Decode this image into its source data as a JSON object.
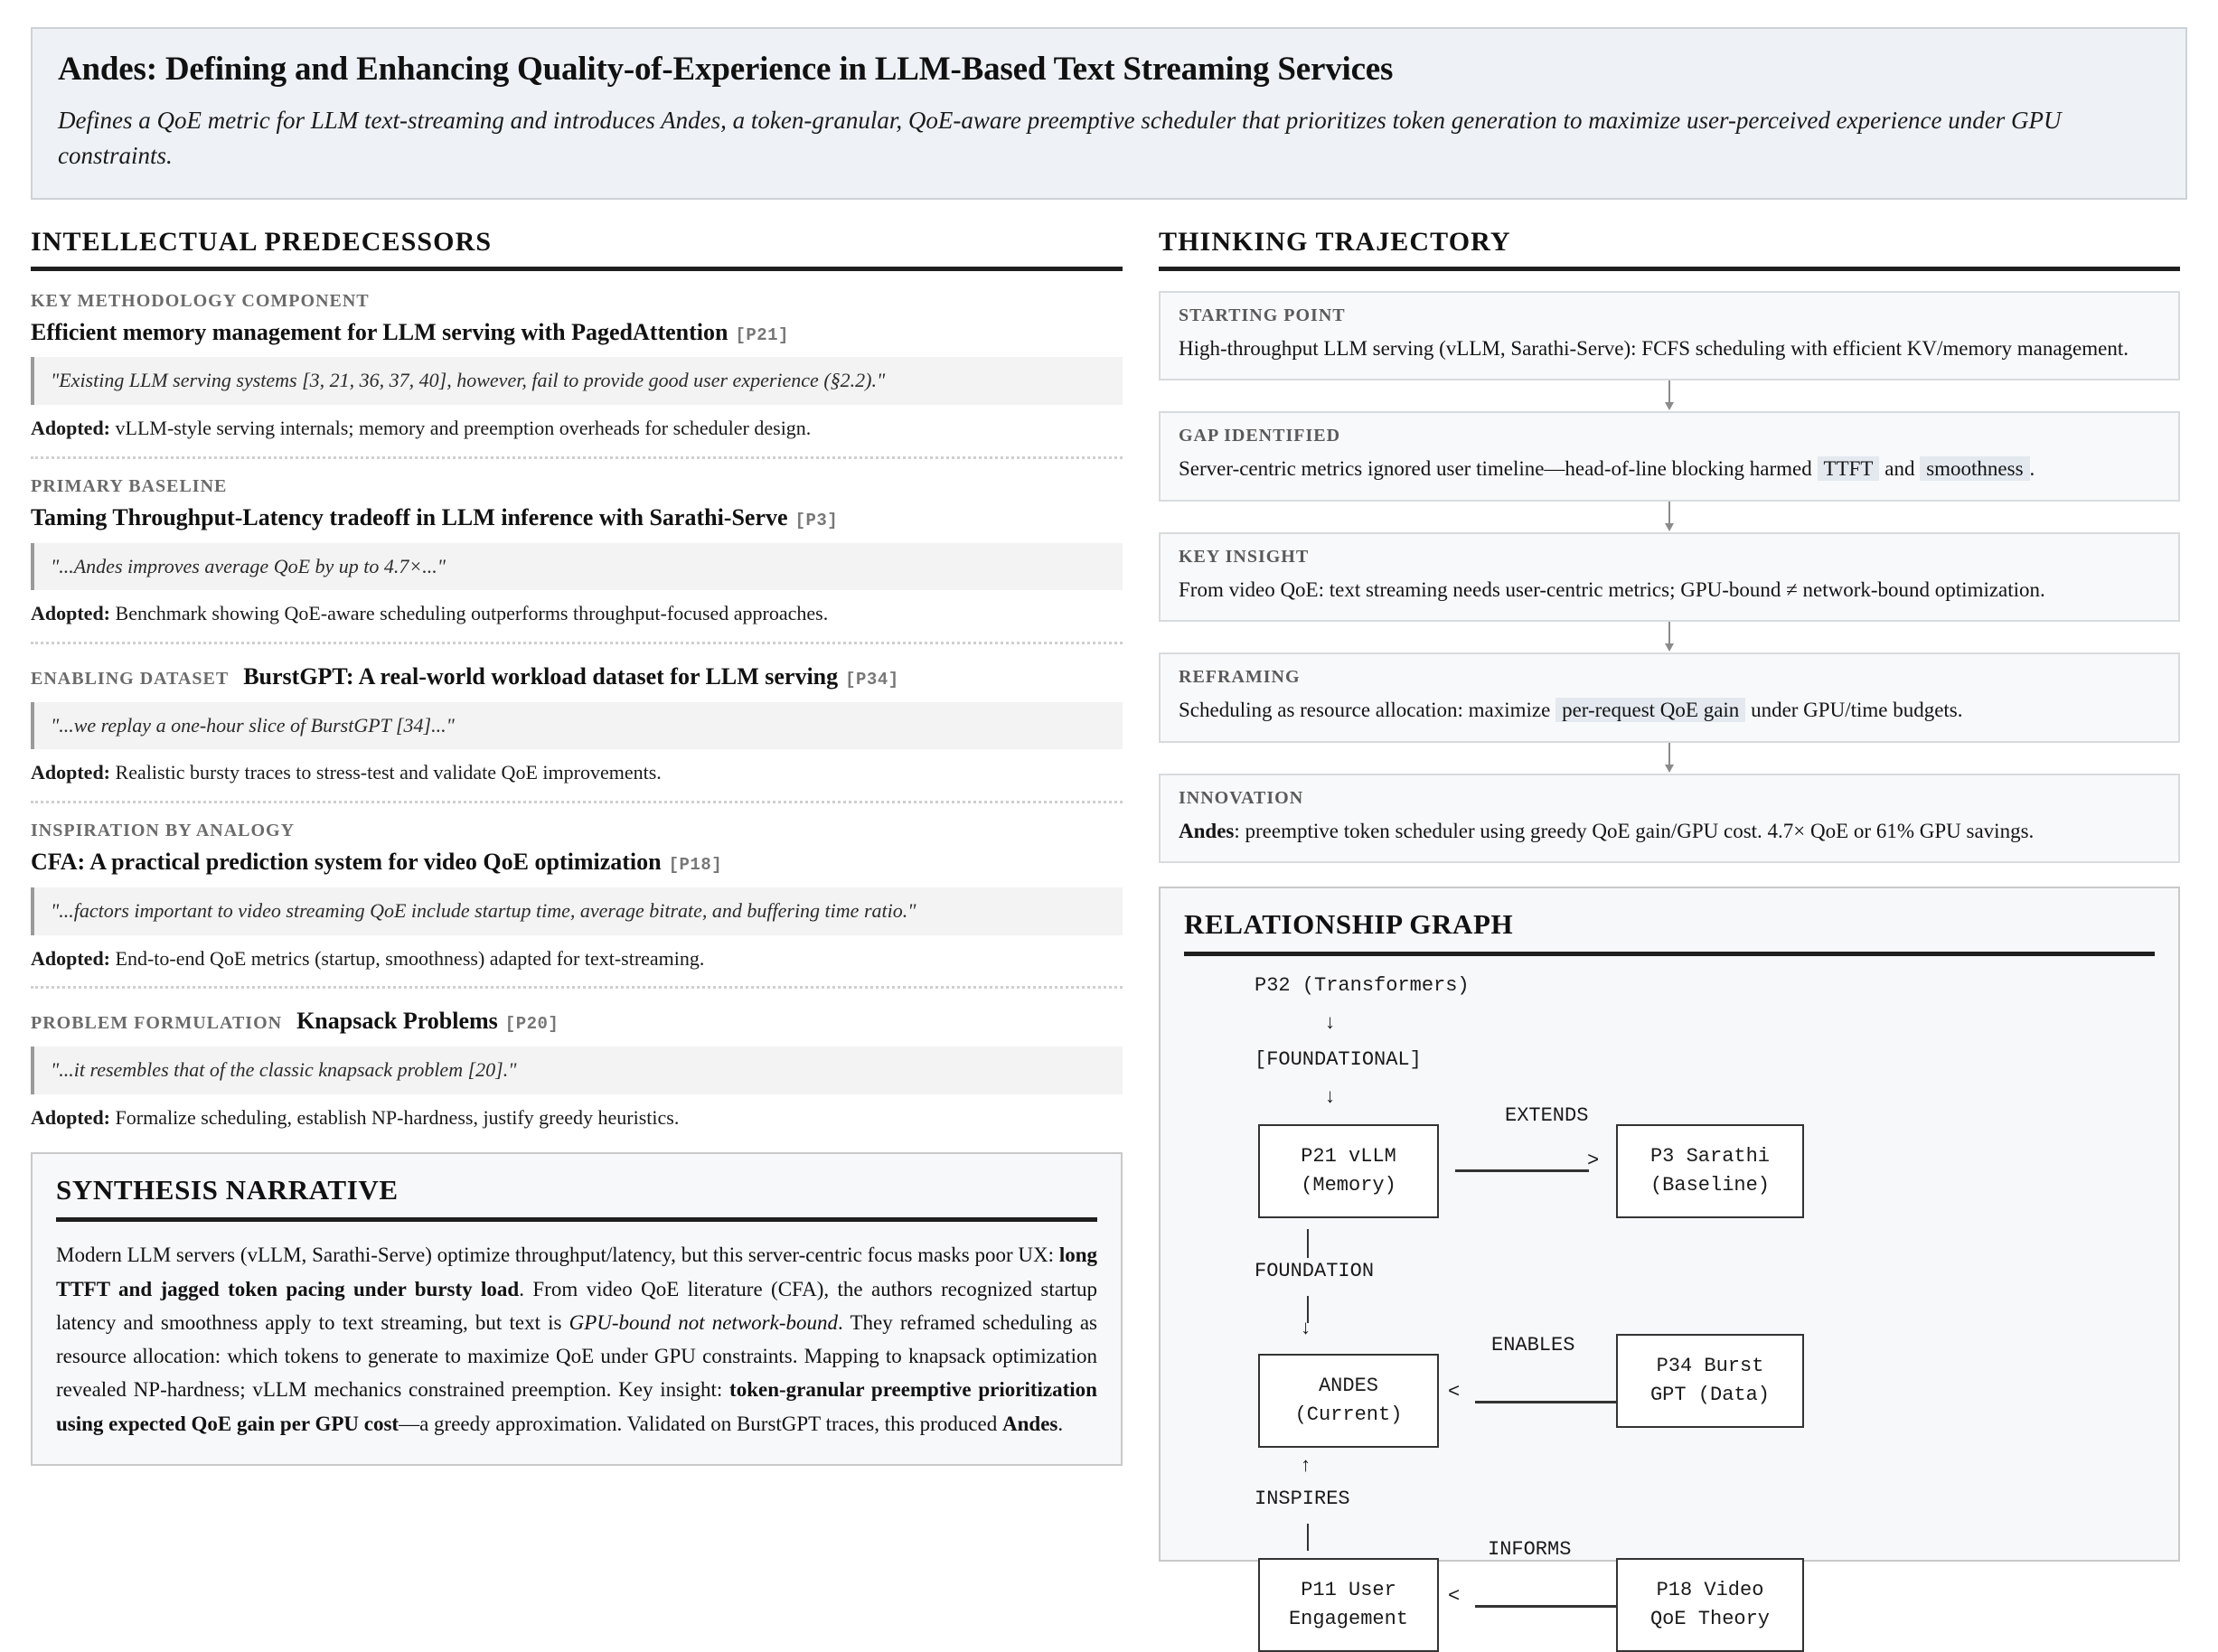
{
  "header": {
    "title": "Andes: Defining and Enhancing Quality-of-Experience in LLM-Based Text Streaming Services",
    "subtitle": "Defines a QoE metric for LLM text-streaming and introduces Andes, a token-granular, QoE-aware preemptive scheduler that prioritizes token generation to maximize user-perceived experience under GPU constraints."
  },
  "predecessors": {
    "section_title": "INTELLECTUAL PREDECESSORS",
    "entries": [
      {
        "category": "KEY METHODOLOGY COMPONENT",
        "title": "Efficient memory management for LLM serving with PagedAttention",
        "ref": "[P21]",
        "inline": false,
        "quote": "\"Existing LLM serving systems [3, 21, 36, 37, 40], however, fail to provide good user experience (§2.2).\"",
        "adopted_label": "Adopted:",
        "adopted_text": " vLLM-style serving internals; memory and preemption overheads for scheduler design."
      },
      {
        "category": "PRIMARY BASELINE",
        "title": "Taming Throughput-Latency tradeoff in LLM inference with Sarathi-Serve",
        "ref": "[P3]",
        "inline": false,
        "quote": "\"...Andes improves average QoE by up to 4.7×...\"",
        "adopted_label": "Adopted:",
        "adopted_text": " Benchmark showing QoE-aware scheduling outperforms throughput-focused approaches."
      },
      {
        "category": "ENABLING DATASET",
        "title": "BurstGPT: A real-world workload dataset for LLM serving",
        "ref": "[P34]",
        "inline": true,
        "quote": "\"...we replay a one-hour slice of BurstGPT [34]...\"",
        "adopted_label": "Adopted:",
        "adopted_text": " Realistic bursty traces to stress-test and validate QoE improvements."
      },
      {
        "category": "INSPIRATION BY ANALOGY",
        "title": "CFA: A practical prediction system for video QoE optimization",
        "ref": "[P18]",
        "inline": false,
        "quote": "\"...factors important to video streaming QoE include startup time, average bitrate, and buffering time ratio.\"",
        "adopted_label": "Adopted:",
        "adopted_text": " End-to-end QoE metrics (startup, smoothness) adapted for text-streaming."
      },
      {
        "category": "PROBLEM FORMULATION",
        "title": "Knapsack Problems",
        "ref": "[P20]",
        "inline": true,
        "quote": "\"...it resembles that of the classic knapsack problem [20].\"",
        "adopted_label": "Adopted:",
        "adopted_text": " Formalize scheduling, establish NP-hardness, justify greedy heuristics."
      }
    ]
  },
  "synthesis": {
    "heading": "SYNTHESIS NARRATIVE",
    "parts": [
      {
        "type": "plain",
        "text": "Modern LLM servers (vLLM, Sarathi-Serve) optimize throughput/latency, but this server-centric focus masks poor UX: "
      },
      {
        "type": "bold",
        "text": "long TTFT and jagged token pacing under bursty load"
      },
      {
        "type": "plain",
        "text": ". From video QoE literature (CFA), the authors recognized startup latency and smoothness apply to text streaming, but text is "
      },
      {
        "type": "italic",
        "text": "GPU-bound not network-bound"
      },
      {
        "type": "plain",
        "text": ". They reframed scheduling as resource allocation: which tokens to generate to maximize QoE under GPU constraints. Mapping to knapsack optimization revealed NP-hardness; vLLM mechanics constrained preemption. Key insight: "
      },
      {
        "type": "bold",
        "text": "token-granular preemptive prioritization using expected QoE gain per GPU cost"
      },
      {
        "type": "plain",
        "text": "—a greedy approximation. Validated on BurstGPT traces, this produced "
      },
      {
        "type": "bold",
        "text": "Andes"
      },
      {
        "type": "plain",
        "text": "."
      }
    ]
  },
  "trajectory": {
    "section_title": "THINKING TRAJECTORY",
    "steps": [
      {
        "label": "STARTING POINT",
        "parts": [
          {
            "type": "plain",
            "text": "High-throughput LLM serving (vLLM, Sarathi-Serve): FCFS scheduling with efficient KV/memory management."
          }
        ]
      },
      {
        "label": "GAP IDENTIFIED",
        "parts": [
          {
            "type": "plain",
            "text": "Server-centric metrics ignored user timeline—head-of-line blocking harmed "
          },
          {
            "type": "highlight",
            "text": "TTFT"
          },
          {
            "type": "plain",
            "text": " and "
          },
          {
            "type": "highlight",
            "text": "smoothness"
          },
          {
            "type": "plain",
            "text": "."
          }
        ]
      },
      {
        "label": "KEY INSIGHT",
        "parts": [
          {
            "type": "plain",
            "text": "From video QoE: text streaming needs user-centric metrics; GPU-bound ≠ network-bound optimization."
          }
        ]
      },
      {
        "label": "REFRAMING",
        "parts": [
          {
            "type": "plain",
            "text": "Scheduling as resource allocation: maximize "
          },
          {
            "type": "highlight",
            "text": "per-request QoE gain"
          },
          {
            "type": "plain",
            "text": " under GPU/time budgets."
          }
        ]
      },
      {
        "label": "INNOVATION",
        "parts": [
          {
            "type": "bold",
            "text": "Andes"
          },
          {
            "type": "plain",
            "text": ": preemptive token scheduler using greedy QoE gain/GPU cost. 4.7× QoE or 61% GPU savings."
          }
        ]
      }
    ]
  },
  "graph": {
    "heading": "RELATIONSHIP GRAPH",
    "top_label": "P32 (Transformers)",
    "foundational_label": "[FOUNDATIONAL]",
    "nodes": [
      {
        "id": "p21",
        "line1": "P21 vLLM",
        "line2": "(Memory)"
      },
      {
        "id": "p3",
        "line1": "P3 Sarathi",
        "line2": "(Baseline)"
      },
      {
        "id": "andes",
        "line1": "ANDES",
        "line2": "(Current)"
      },
      {
        "id": "p34",
        "line1": "P34 Burst",
        "line2": "GPT (Data)"
      },
      {
        "id": "p11",
        "line1": "P11 User",
        "line2": "Engagement"
      },
      {
        "id": "p18",
        "line1": "P18 Video",
        "line2": "QoE Theory"
      }
    ],
    "edges": [
      {
        "id": "extends",
        "label": "EXTENDS"
      },
      {
        "id": "foundation",
        "label": "FOUNDATION"
      },
      {
        "id": "enables",
        "label": "ENABLES"
      },
      {
        "id": "inspires",
        "label": "INSPIRES"
      },
      {
        "id": "informs",
        "label": "INFORMS"
      }
    ],
    "arrow_down": "↓",
    "arrow_up": "↑",
    "arrow_head_right": ">",
    "arrow_head_left": "<"
  },
  "colors": {
    "header_bg": "#eef2f6",
    "header_border": "#ccd2d8",
    "rule": "#1f1f1f",
    "quote_bg": "#f3f3f3",
    "quote_bar": "#9a9a9a",
    "category_text": "#6b6b6b",
    "highlight_bg": "#e3e9ef",
    "card_bg": "#f7f8f9",
    "step_bg": "#f8f9fa"
  }
}
